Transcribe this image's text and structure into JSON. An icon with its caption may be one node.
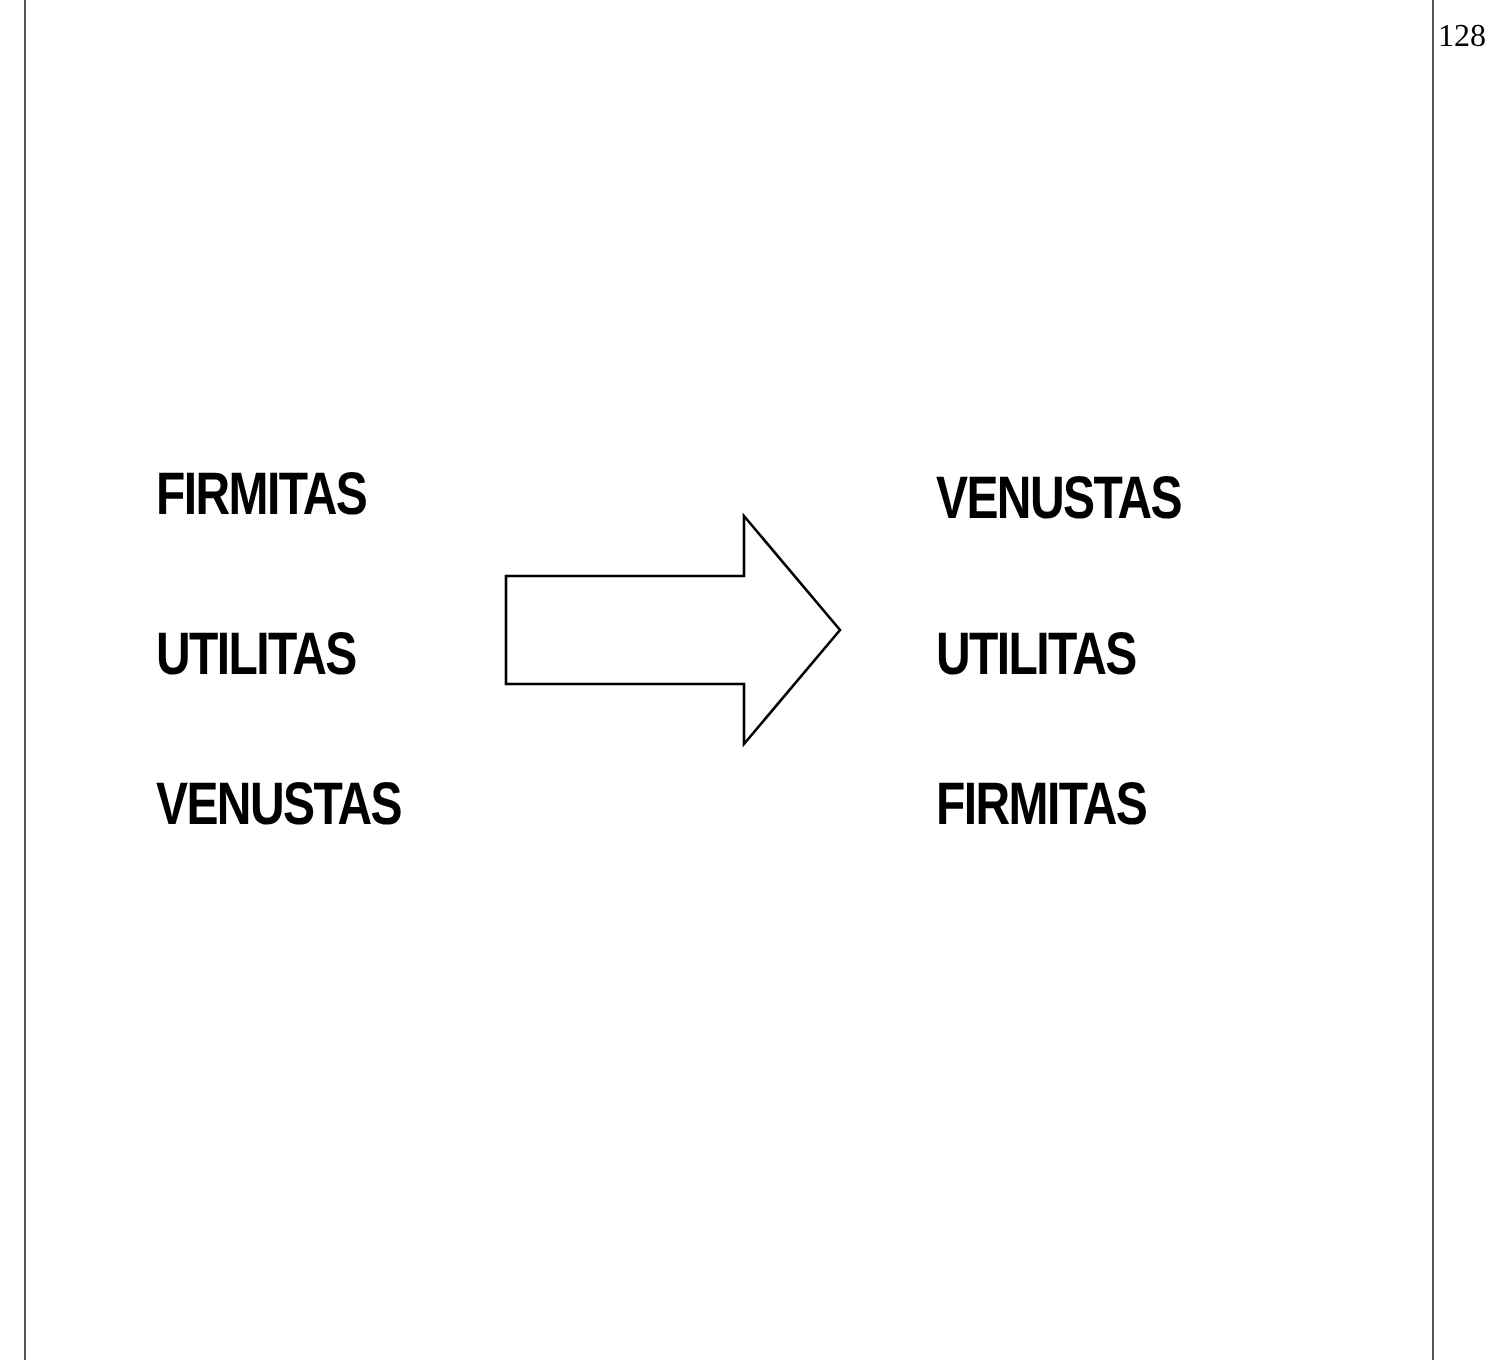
{
  "diagram": {
    "nodes": [
      {
        "text": [
          "FIRMITAS",
          "UTILITAS",
          "VENUSTAS"
        ]
      },
      {
        "text": [
          "VENUSTAS",
          "UTILITAS",
          "FIRMITAS"
        ]
      }
    ],
    "edges": [
      {
        "from": 0,
        "to": 1,
        "arrow": "to",
        "style": "thick"
      }
    ],
    "labels": [
      "128"
    ]
  }
}
